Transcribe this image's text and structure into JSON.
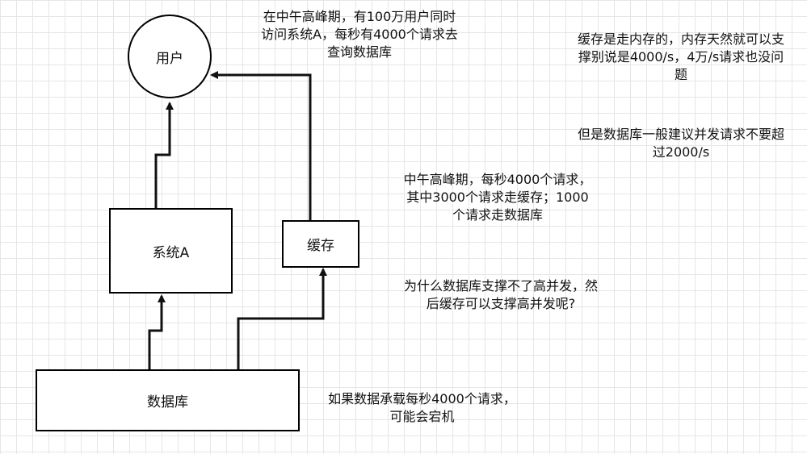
{
  "nodes": {
    "user": "用户",
    "system_a": "系统A",
    "cache": "缓存",
    "database": "数据库"
  },
  "notes": {
    "peak_users": "在中午高峰期，有100万用户同时访问系统A，每秒有4000个请求去查询数据库",
    "cache_memory": "缓存是走内存的，内存天然就可以支撑别说是4000/s，4万/s请求也没问题",
    "db_limit": "但是数据库一般建议并发请求不要超过2000/s",
    "peak_split": "中午高峰期，每秒4000个请求，其中3000个请求走缓存；1000个请求走数据库",
    "why_question": "为什么数据库支撑不了高并发，然后缓存可以支撑高并发呢?",
    "db_crash": "如果数据承载每秒4000个请求，可能会宕机"
  }
}
